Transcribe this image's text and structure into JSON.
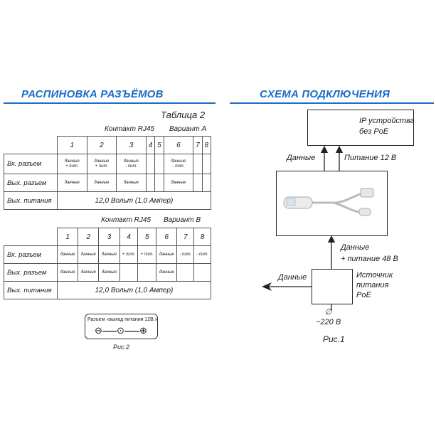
{
  "left": {
    "heading": "РАСПИНОВКА РАЗЪЁМОВ",
    "table_caption": "Таблица 2",
    "table_a": {
      "contact_label": "Контакт RJ45",
      "variant_label": "Вариант A",
      "pins": [
        "1",
        "2",
        "3",
        "4",
        "5",
        "6",
        "7",
        "8"
      ],
      "rows": [
        {
          "label": "Вх. разъем",
          "cells": [
            "данные\n+ пит.",
            "данные\n+ пит.",
            "данные\n- пит.",
            "",
            "",
            "данные\n- пит.",
            "",
            ""
          ]
        },
        {
          "label": "Вых. разъем",
          "cells": [
            "данные",
            "данные",
            "данные",
            "",
            "",
            "данные",
            "",
            ""
          ]
        }
      ],
      "power_label": "Вых. питания",
      "power_value": "12,0 Вольт (1,0 Ампер)"
    },
    "table_b": {
      "contact_label": "Контакт RJ45",
      "variant_label": "Вариант B",
      "pins": [
        "1",
        "2",
        "3",
        "4",
        "5",
        "6",
        "7",
        "8"
      ],
      "rows": [
        {
          "label": "Вх. разъем",
          "cells": [
            "данные",
            "данные",
            "данные",
            "+ пит.",
            "+ пит.",
            "данные",
            "- пит.",
            "- пит."
          ]
        },
        {
          "label": "Вых. разъем",
          "cells": [
            "данные",
            "данные",
            "данные",
            "",
            "",
            "данные",
            "",
            ""
          ]
        }
      ],
      "power_label": "Вых. питания",
      "power_value": "12,0 Вольт (1,0 Ампер)"
    },
    "fig2": {
      "title": "Разъем «выход питания 12В.»",
      "symbols": [
        "⊖",
        "⊙",
        "⊕"
      ],
      "caption": "Рис.2"
    }
  },
  "right": {
    "heading": "СХЕМА ПОДКЛЮЧЕНИЯ",
    "ip_device": "IP устройства\nбез PoE",
    "data_label_top": "Данные",
    "power_label_top": "Питание 12 В",
    "data_power_label": "Данные\n+ питание 48 В",
    "data_label_side": "Данные",
    "source_label": "Источник\nпитания\nPoE",
    "mains_label": "∅\n~220 В",
    "caption": "Рис.1"
  },
  "colors": {
    "accent": "#1b6cc7",
    "line": "#222222"
  }
}
